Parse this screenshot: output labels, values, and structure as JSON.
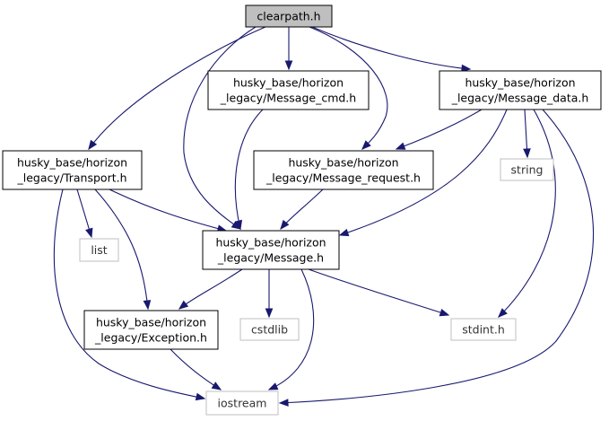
{
  "diagram": {
    "colors": {
      "edge": "#191970",
      "root_fill": "#bfbfbf",
      "node_border": "#000000",
      "system_border": "#bfbfbf",
      "node_fill": "#ffffff",
      "text": "#000000"
    },
    "nodes": [
      {
        "id": "clearpath",
        "kind": "root",
        "lines": [
          "clearpath.h"
        ]
      },
      {
        "id": "message_cmd",
        "kind": "header",
        "lines": [
          "husky_base/horizon",
          "_legacy/Message_cmd.h"
        ]
      },
      {
        "id": "message_data",
        "kind": "header",
        "lines": [
          "husky_base/horizon",
          "_legacy/Message_data.h"
        ]
      },
      {
        "id": "transport",
        "kind": "header",
        "lines": [
          "husky_base/horizon",
          "_legacy/Transport.h"
        ]
      },
      {
        "id": "message_request",
        "kind": "header",
        "lines": [
          "husky_base/horizon",
          "_legacy/Message_request.h"
        ]
      },
      {
        "id": "string",
        "kind": "system",
        "lines": [
          "string"
        ]
      },
      {
        "id": "list",
        "kind": "system",
        "lines": [
          "list"
        ]
      },
      {
        "id": "message",
        "kind": "header",
        "lines": [
          "husky_base/horizon",
          "_legacy/Message.h"
        ]
      },
      {
        "id": "exception",
        "kind": "header",
        "lines": [
          "husky_base/horizon",
          "_legacy/Exception.h"
        ]
      },
      {
        "id": "cstdlib",
        "kind": "system",
        "lines": [
          "cstdlib"
        ]
      },
      {
        "id": "stdint",
        "kind": "system",
        "lines": [
          "stdint.h"
        ]
      },
      {
        "id": "iostream",
        "kind": "system",
        "lines": [
          "iostream"
        ]
      }
    ],
    "edges": [
      {
        "from": "clearpath",
        "to": "transport"
      },
      {
        "from": "clearpath",
        "to": "message_cmd"
      },
      {
        "from": "clearpath",
        "to": "message_data"
      },
      {
        "from": "clearpath",
        "to": "message"
      },
      {
        "from": "clearpath",
        "to": "message_request"
      },
      {
        "from": "message_cmd",
        "to": "message"
      },
      {
        "from": "message_data",
        "to": "message_request"
      },
      {
        "from": "message_data",
        "to": "message"
      },
      {
        "from": "message_data",
        "to": "string"
      },
      {
        "from": "message_data",
        "to": "stdint"
      },
      {
        "from": "message_data",
        "to": "iostream"
      },
      {
        "from": "transport",
        "to": "list"
      },
      {
        "from": "transport",
        "to": "message"
      },
      {
        "from": "transport",
        "to": "exception"
      },
      {
        "from": "transport",
        "to": "iostream"
      },
      {
        "from": "message_request",
        "to": "message"
      },
      {
        "from": "message",
        "to": "exception"
      },
      {
        "from": "message",
        "to": "cstdlib"
      },
      {
        "from": "message",
        "to": "stdint"
      },
      {
        "from": "message",
        "to": "iostream"
      },
      {
        "from": "exception",
        "to": "iostream"
      }
    ]
  }
}
